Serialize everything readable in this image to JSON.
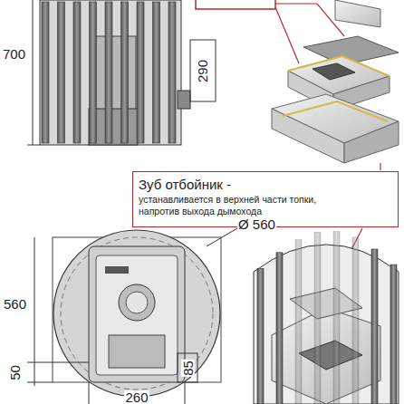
{
  "diagram": {
    "nodes": [
      {
        "text": [
          "Зуб отбойник -",
          "устанавливается в верхней части топки, напротив выхода дымохода"
        ]
      }
    ],
    "labels": [
      "700",
      "290",
      "Ø 560",
      "560",
      "50",
      "85",
      "260"
    ]
  }
}
